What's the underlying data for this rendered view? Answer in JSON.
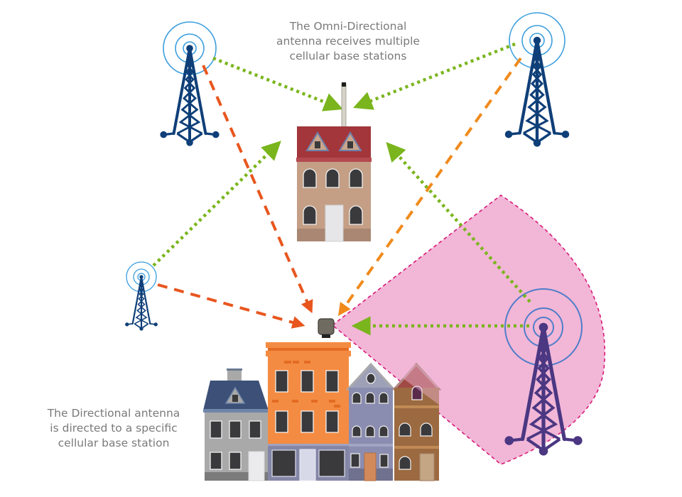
{
  "captions": {
    "omni": {
      "lines": [
        "The Omni-Directional",
        "antenna receives multiple",
        "cellular base stations"
      ]
    },
    "directional": {
      "lines": [
        "The Directional antenna",
        "is directed to a specific",
        "cellular base station"
      ]
    }
  },
  "icons": {
    "tower": "cell-tower-icon",
    "omni_antenna": "omni-antenna-icon",
    "directional_antenna": "directional-antenna-icon",
    "house": "house-icon"
  },
  "colors": {
    "tower_blue": "#0f3f78",
    "signal_ring": "#3b9ede",
    "signal_ring_big": "#4f7ec9",
    "green_link": "#7ab51d",
    "orange_link": "#f08a1c",
    "red_orange_link": "#e8561e",
    "beam_fill": "#f2b6d7",
    "beam_border": "#d81b77",
    "tower_purple": "#4b3782"
  }
}
